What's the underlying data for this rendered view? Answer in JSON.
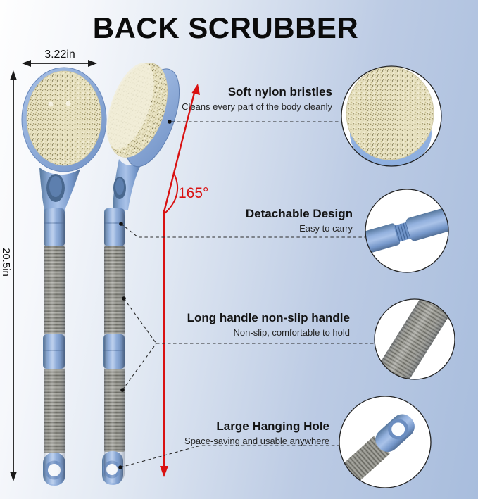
{
  "title": "BACK SCRUBBER",
  "dimensions": {
    "width_label": "3.22in",
    "length_label": "20.5in",
    "angle_label": "165°"
  },
  "features": [
    {
      "title": "Soft nylon bristles",
      "desc": "Cleans every part of the body cleanly",
      "icon": "bristles-closeup"
    },
    {
      "title": "Detachable Design",
      "desc": "Easy to carry",
      "icon": "detachable-joint-closeup"
    },
    {
      "title": "Long handle non-slip handle",
      "desc": "Non-slip, comfortable to hold",
      "icon": "ribbed-handle-closeup"
    },
    {
      "title": "Large Hanging Hole",
      "desc": "Space-saving and usable anywhere",
      "icon": "hanging-hole-closeup"
    }
  ],
  "colors": {
    "handle_blue": "#7e9fd3",
    "handle_blue_dark": "#5a7cb0",
    "bristle_beige": "#e8e2c1",
    "grip_gray": "#92928b",
    "annotation_red": "#d91111",
    "background_blue": "#a8bddd",
    "text_black": "#131313"
  }
}
